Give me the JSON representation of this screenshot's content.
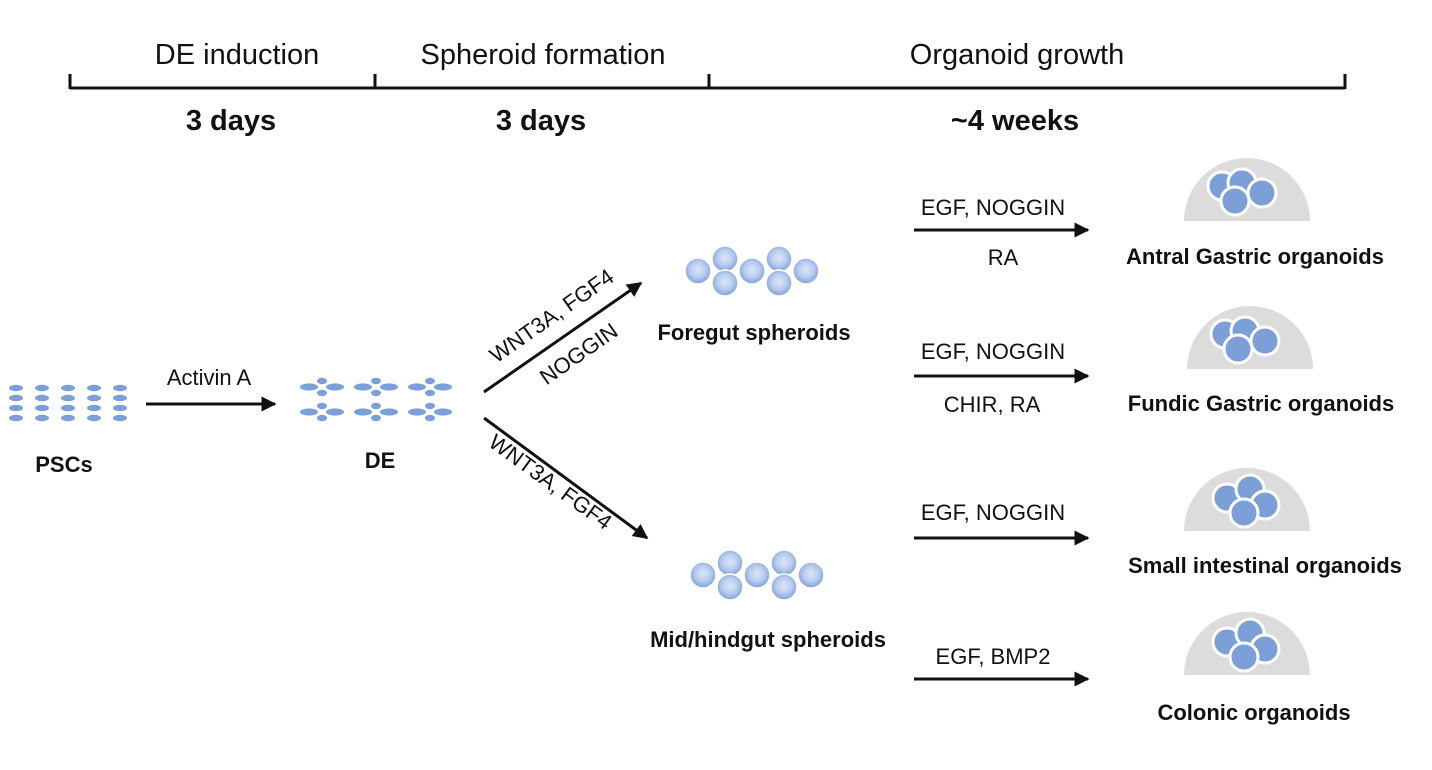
{
  "timeline": {
    "stages": [
      {
        "name": "DE induction",
        "duration": "3 days"
      },
      {
        "name": "Spheroid formation",
        "duration": "3 days"
      },
      {
        "name": "Organoid growth",
        "duration": "~4 weeks"
      }
    ]
  },
  "cells": {
    "pscs": "PSCs",
    "de": "DE",
    "foregut": "Foregut spheroids",
    "midhindgut": "Mid/hindgut spheroids"
  },
  "arrows": {
    "activin": "Activin A",
    "foregut_top": "WNT3A, FGF4",
    "foregut_bottom": "NOGGIN",
    "hindgut": "WNT3A, FGF4"
  },
  "organoids": [
    {
      "top": "EGF, NOGGIN",
      "bottom": "RA",
      "name": "Antral Gastric organoids"
    },
    {
      "top": "EGF, NOGGIN",
      "bottom": "CHIR, RA",
      "name": "Fundic Gastric organoids"
    },
    {
      "top": "EGF, NOGGIN",
      "bottom": "",
      "name": "Small intestinal organoids"
    },
    {
      "top": "EGF, BMP2",
      "bottom": "",
      "name": "Colonic organoids"
    }
  ],
  "colors": {
    "cell_blue": "#7b9fd8",
    "sphere_light": "#c9d9f3",
    "sphere_dark": "#7d9fd8",
    "dome_gray": "#dcdcdc",
    "line": "#111111"
  }
}
